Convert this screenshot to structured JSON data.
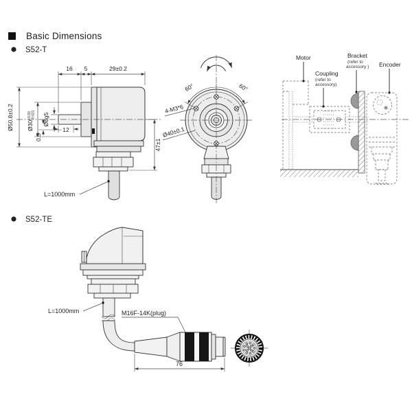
{
  "header": {
    "title": "Basic Dimensions"
  },
  "sections": {
    "s52t": "S52-T",
    "s52te": "S52-TE"
  },
  "s52t": {
    "side": {
      "dim_shaft": "16",
      "dim_boss": "5",
      "dim_body": "29±0.2",
      "dia_body": "Ø50.8±0.2",
      "dia_boss": "Ø30",
      "tol_plus": "+0.00",
      "tol_minus": "-0.021",
      "dia_shaft": "Ø8g5",
      "dim_step": "0.5",
      "dim_key": "12",
      "dim_height": "47±1",
      "cable": "L=1000mm"
    },
    "front": {
      "angle_left": "60°",
      "angle_right": "60°",
      "screws": "4-M3*6",
      "bolt_circle": "Ø40±0.1"
    },
    "install": {
      "motor": "Motor",
      "coupling": "Coupling",
      "coupling_note1": "(refer to",
      "coupling_note2": "accessory)",
      "bracket": "Bracket",
      "bracket_note1": "(refer to",
      "bracket_note2": "accessory )",
      "encoder": "Encoder"
    }
  },
  "s52te": {
    "cable": "L=1000mm",
    "plug": "M16F-14K(plug)",
    "dim_length": "76"
  },
  "colors": {
    "line": "#333333",
    "fill_light": "#ededed",
    "band_black": "#151515",
    "background": "#ffffff"
  }
}
